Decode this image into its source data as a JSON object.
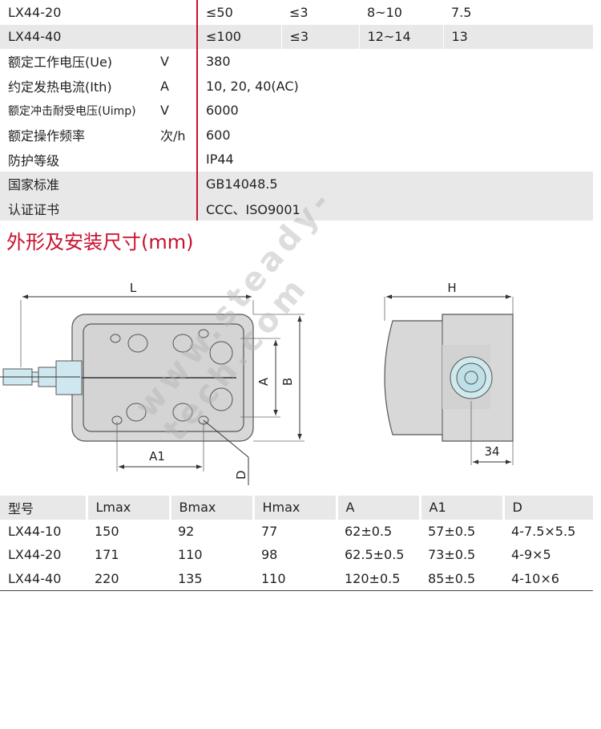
{
  "spec_table": {
    "rows": [
      {
        "label": "LX44-20",
        "unit": "",
        "values": [
          "≤50",
          "≤3",
          "8~10",
          "7.5"
        ],
        "shade": false
      },
      {
        "label": "LX44-40",
        "unit": "",
        "values": [
          "≤100",
          "≤3",
          "12~14",
          "13"
        ],
        "shade": true
      },
      {
        "label": "额定工作电压(Ue)",
        "unit": "V",
        "values": [
          "380"
        ],
        "shade": false
      },
      {
        "label": "约定发热电流(Ith)",
        "unit": "A",
        "values": [
          "10, 20, 40(AC)"
        ],
        "shade": false
      },
      {
        "label": "额定冲击耐受电压(Uimp)",
        "unit": "V",
        "values": [
          "6000"
        ],
        "shade": false
      },
      {
        "label": "额定操作频率",
        "unit": "次/h",
        "values": [
          "600"
        ],
        "shade": false
      },
      {
        "label": "防护等级",
        "unit": "",
        "values": [
          "IP44"
        ],
        "shade": false
      },
      {
        "label": "国家标准",
        "unit": "",
        "values": [
          "GB14048.5"
        ],
        "shade": true
      },
      {
        "label": "认证证书",
        "unit": "",
        "values": [
          "CCC、ISO9001"
        ],
        "shade": true
      }
    ]
  },
  "section_title": "外形及安装尺寸(mm)",
  "drawing_labels": {
    "L": "L",
    "A": "A",
    "B": "B",
    "A1": "A1",
    "D": "D",
    "H": "H",
    "dim34": "34"
  },
  "dims_table": {
    "headers": [
      "型号",
      "Lmax",
      "Bmax",
      "Hmax",
      "A",
      "A1",
      "D"
    ],
    "rows": [
      [
        "LX44-10",
        "150",
        "92",
        "77",
        "62±0.5",
        "57±0.5",
        "4-7.5×5.5"
      ],
      [
        "LX44-20",
        "171",
        "110",
        "98",
        "62.5±0.5",
        "73±0.5",
        "4-9×5"
      ],
      [
        "LX44-40",
        "220",
        "135",
        "110",
        "120±0.5",
        "85±0.5",
        "4-10×6"
      ]
    ]
  },
  "watermark": "www.steady-tech.com"
}
